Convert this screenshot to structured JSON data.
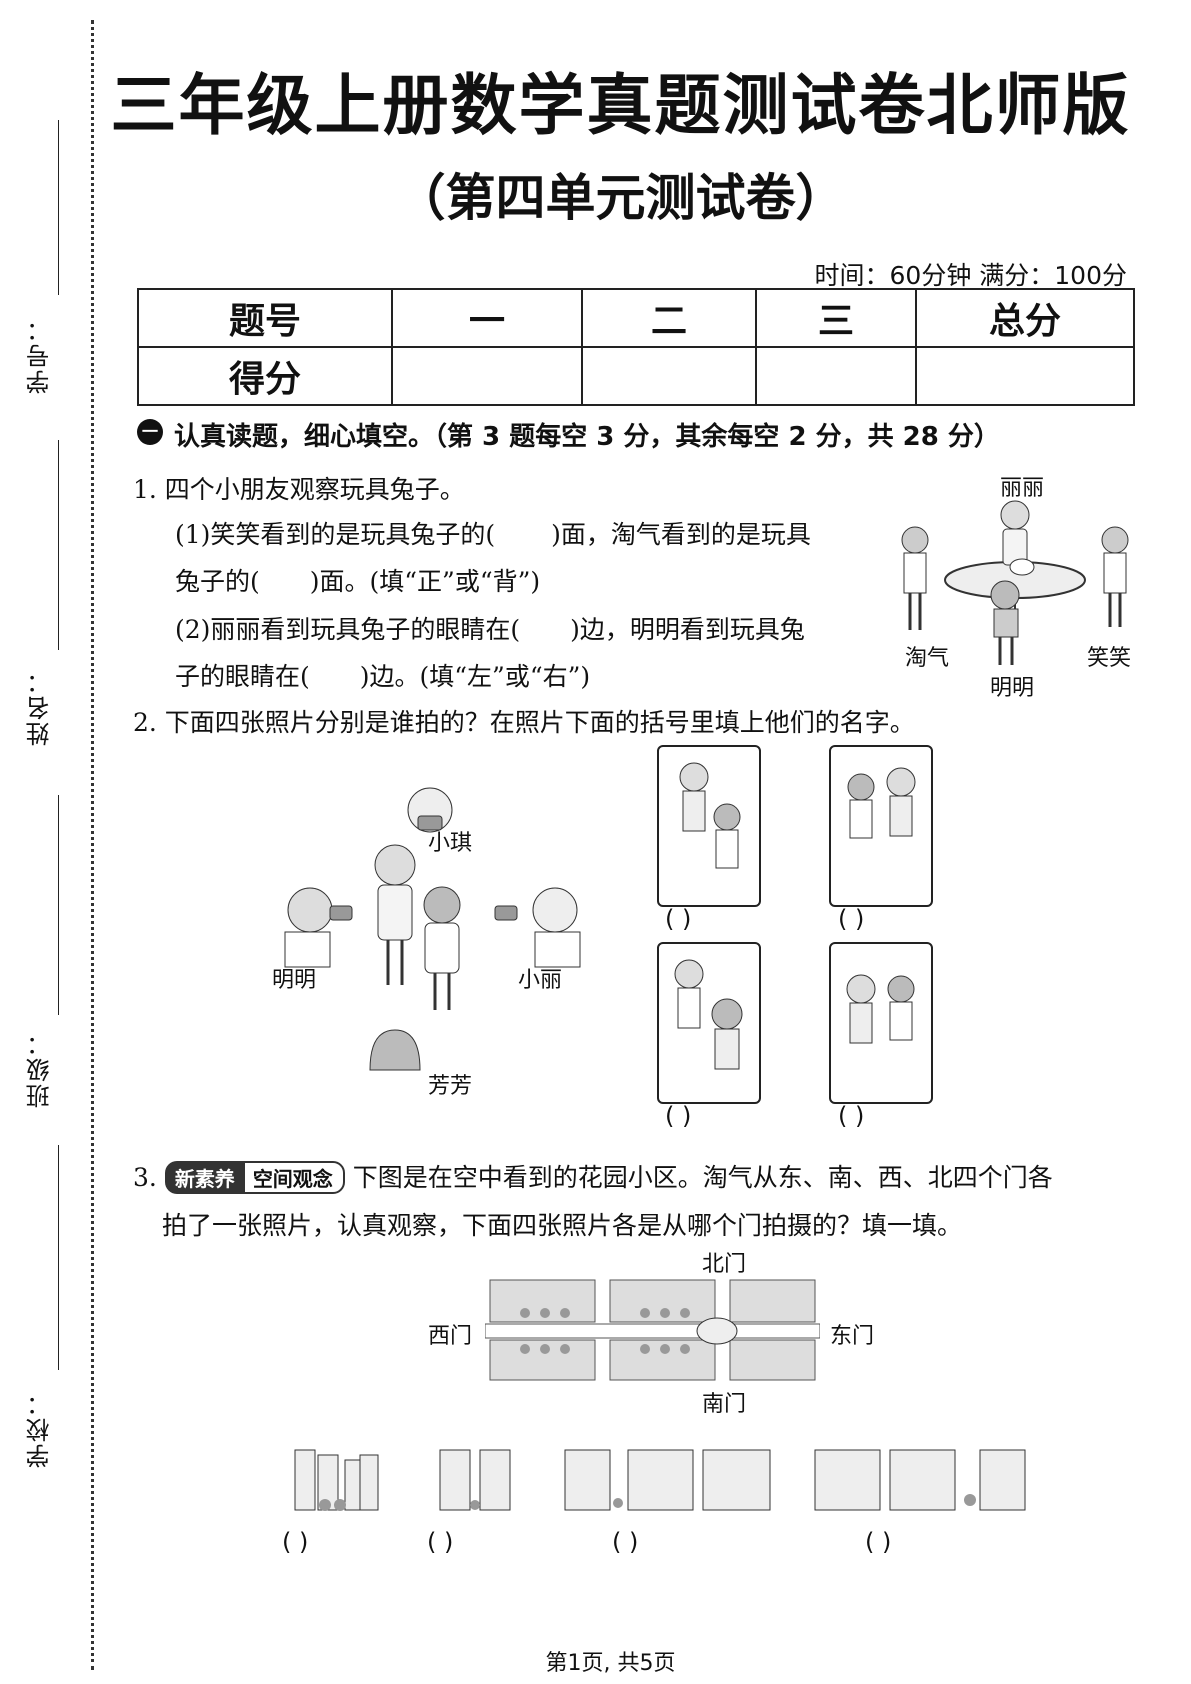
{
  "header": {
    "title": "三年级上册数学真题测试卷北师版",
    "subtitle": "（第四单元测试卷）",
    "meta": "时间：60分钟  满分：100分"
  },
  "margin": {
    "student_id": "学号：",
    "name": "姓名：",
    "class": "班级：",
    "school": "学校："
  },
  "score_table": {
    "row1": [
      "题号",
      "一",
      "二",
      "三",
      "总分"
    ],
    "row2_label": "得分"
  },
  "section1": {
    "badge": "一",
    "title": "认真读题，细心填空。（第 3 题每空 3 分，其余每空 2 分，共 28 分）"
  },
  "q1": {
    "stem": "1. 四个小朋友观察玩具兔子。",
    "p1_line1a": "(1)笑笑看到的是玩具兔子的(",
    "p1_line1b": ")面，淘气看到的是玩具",
    "p1_line2a": "兔子的(",
    "p1_line2b": ")面。(填“正”或“背”)",
    "p2_line1a": "(2)丽丽看到玩具兔子的眼睛在(",
    "p2_line1b": ")边，明明看到玩具兔",
    "p2_line2a": "子的眼睛在(",
    "p2_line2b": ")边。(填“左”或“右”)",
    "names": {
      "lili": "丽丽",
      "taoqi": "淘气",
      "xiaoxiao": "笑笑",
      "mingming": "明明"
    }
  },
  "q2": {
    "stem": "2. 下面四张照片分别是谁拍的？在照片下面的括号里填上他们的名字。",
    "names": {
      "xiaoqi": "小琪",
      "mingming": "明明",
      "xiaoli": "小丽",
      "fangfang": "芳芳"
    },
    "paren": "(      )"
  },
  "q3": {
    "number": "3.",
    "tag1": "新素养",
    "tag2": "空间观念",
    "stem_line1": "下图是在空中看到的花园小区。淘气从东、南、西、北四个门各",
    "stem_line2": "拍了一张照片，认真观察，下面四张照片各是从哪个门拍摄的？填一填。",
    "gates": {
      "north": "北门",
      "south": "南门",
      "west": "西门",
      "east": "东门"
    },
    "paren": "(      )"
  },
  "footer": "第1页, 共5页"
}
